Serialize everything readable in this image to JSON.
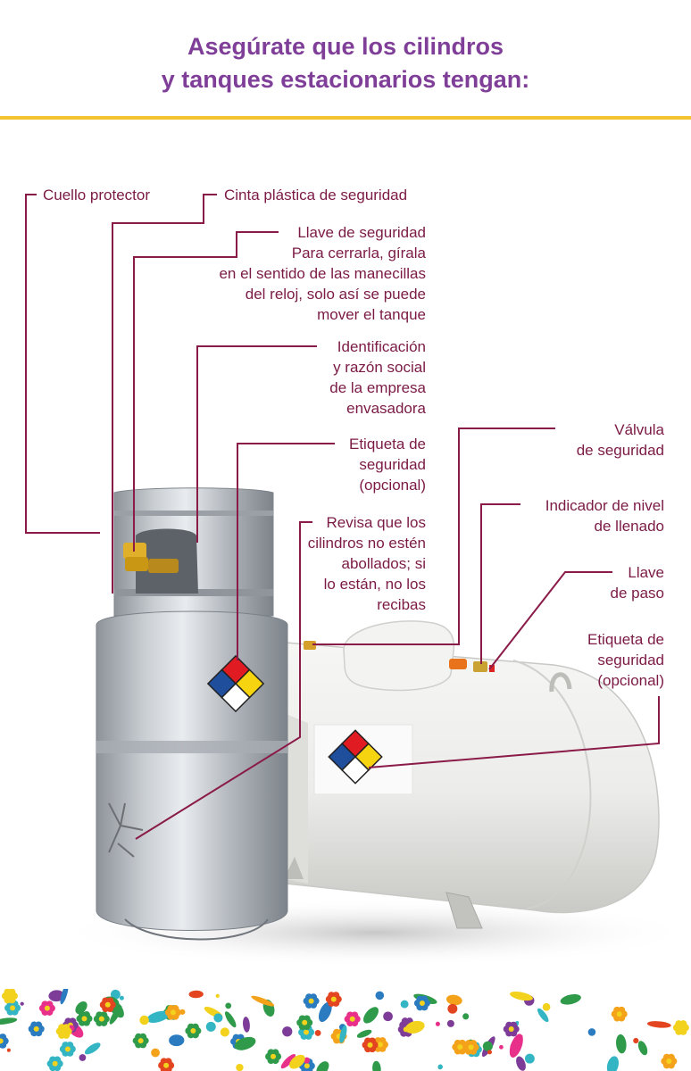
{
  "title": {
    "line1": "Asegúrate que los cilindros",
    "line2": "y tanques estacionarios tengan:"
  },
  "labels": {
    "cuello": "Cuello protector",
    "cinta": "Cinta plástica de seguridad",
    "llave_seguridad": [
      "Llave de seguridad",
      "Para cerrarla, gírala",
      "en el sentido de las manecillas",
      "del reloj, solo así se puede",
      "mover el tanque"
    ],
    "identificacion": [
      "Identificación",
      "y razón social",
      "de la empresa",
      "envasadora"
    ],
    "etiqueta_cilindro": [
      "Etiqueta de",
      "seguridad",
      "(opcional)"
    ],
    "revisa": [
      "Revisa que los",
      "cilindros no estén",
      "abollados; si",
      "lo están, no los",
      "recibas"
    ],
    "valvula": [
      "Válvula",
      "de seguridad"
    ],
    "indicador": [
      "Indicador de nivel",
      "de llenado"
    ],
    "llave_paso": [
      "Llave",
      "de paso"
    ],
    "etiqueta_tanque": [
      "Etiqueta de",
      "seguridad",
      "(opcional)"
    ]
  },
  "colors": {
    "title": "#7f3f98",
    "accent_rule": "#f4c430",
    "label_text": "#7b1b45",
    "leader_line": "#8a1b48",
    "diamond_red": "#e11b22",
    "diamond_blue": "#1f4e9c",
    "diamond_yellow": "#f6d40f",
    "diamond_white": "#ffffff"
  },
  "icons": {
    "cylinder": "gas-cylinder-icon",
    "tank": "stationary-tank-icon",
    "diamond": "nfpa-diamond-icon",
    "border": "floral-border-pattern"
  }
}
